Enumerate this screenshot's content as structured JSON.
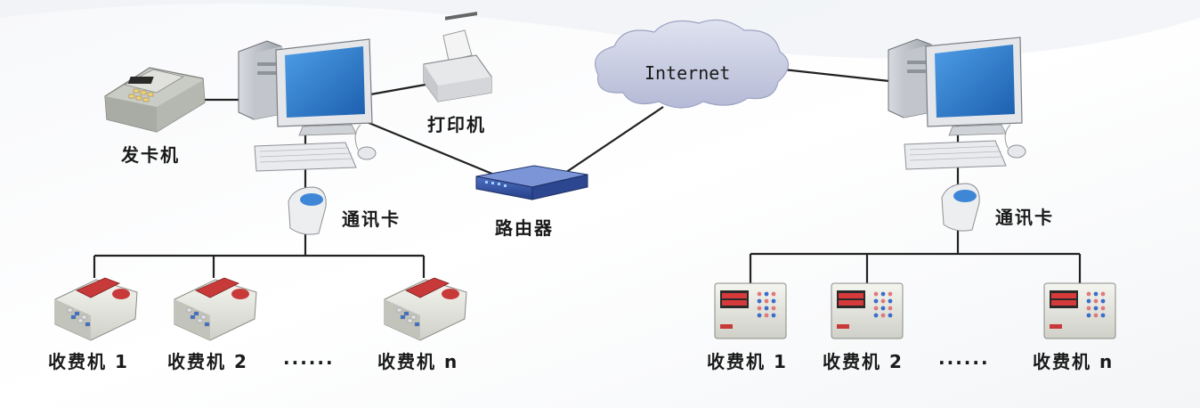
{
  "labels": {
    "card_issuer": "发卡机",
    "printer": "打印机",
    "comm_card_left": "通讯卡",
    "router": "路由器",
    "internet": "Internet",
    "comm_card_right": "通讯卡",
    "left_terminal_1": "收费机 1",
    "left_terminal_2": "收费机 2",
    "left_ellipsis": "......",
    "left_terminal_n": "收费机 n",
    "right_terminal_1": "收费机 1",
    "right_terminal_2": "收费机 2",
    "right_ellipsis": "......",
    "right_terminal_n": "收费机 n"
  },
  "colors": {
    "cloud": "#c9cde3",
    "router": "#3a58a8",
    "screen": "#2f78c8",
    "line": "#222222"
  }
}
